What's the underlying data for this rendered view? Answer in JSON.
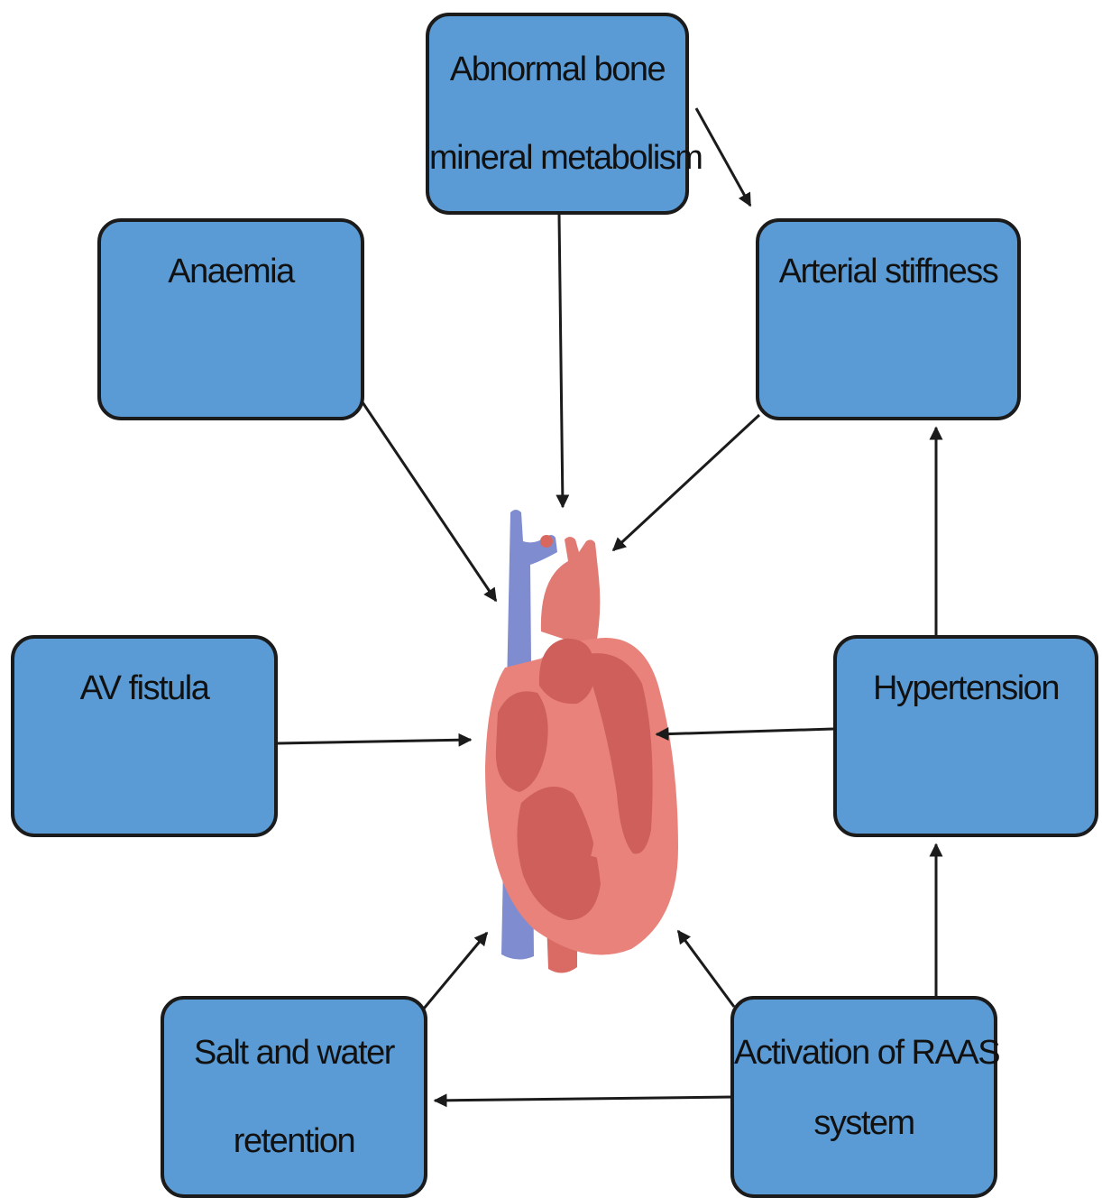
{
  "nodes": {
    "bone": {
      "line1": "Abnormal bone",
      "line2": "mineral metabolism"
    },
    "anaemia": {
      "label": "Anaemia"
    },
    "arterial": {
      "label": "Arterial stiffness"
    },
    "av": {
      "label": "AV fistula"
    },
    "hypertension": {
      "label": "Hypertension"
    },
    "salt": {
      "line1": "Salt and water",
      "line2": "retention"
    },
    "raas": {
      "line1": "Activation of RAAS",
      "line2": "system"
    }
  },
  "colors": {
    "box_fill": "#5b9bd5",
    "box_border": "#1b1b1b",
    "arrow": "#1b1b1b",
    "heart_muscle": "#e8827a",
    "heart_chamber": "#cf5f5b",
    "vein": "#7f8ccf"
  },
  "icons": {
    "center": "heart-icon"
  }
}
